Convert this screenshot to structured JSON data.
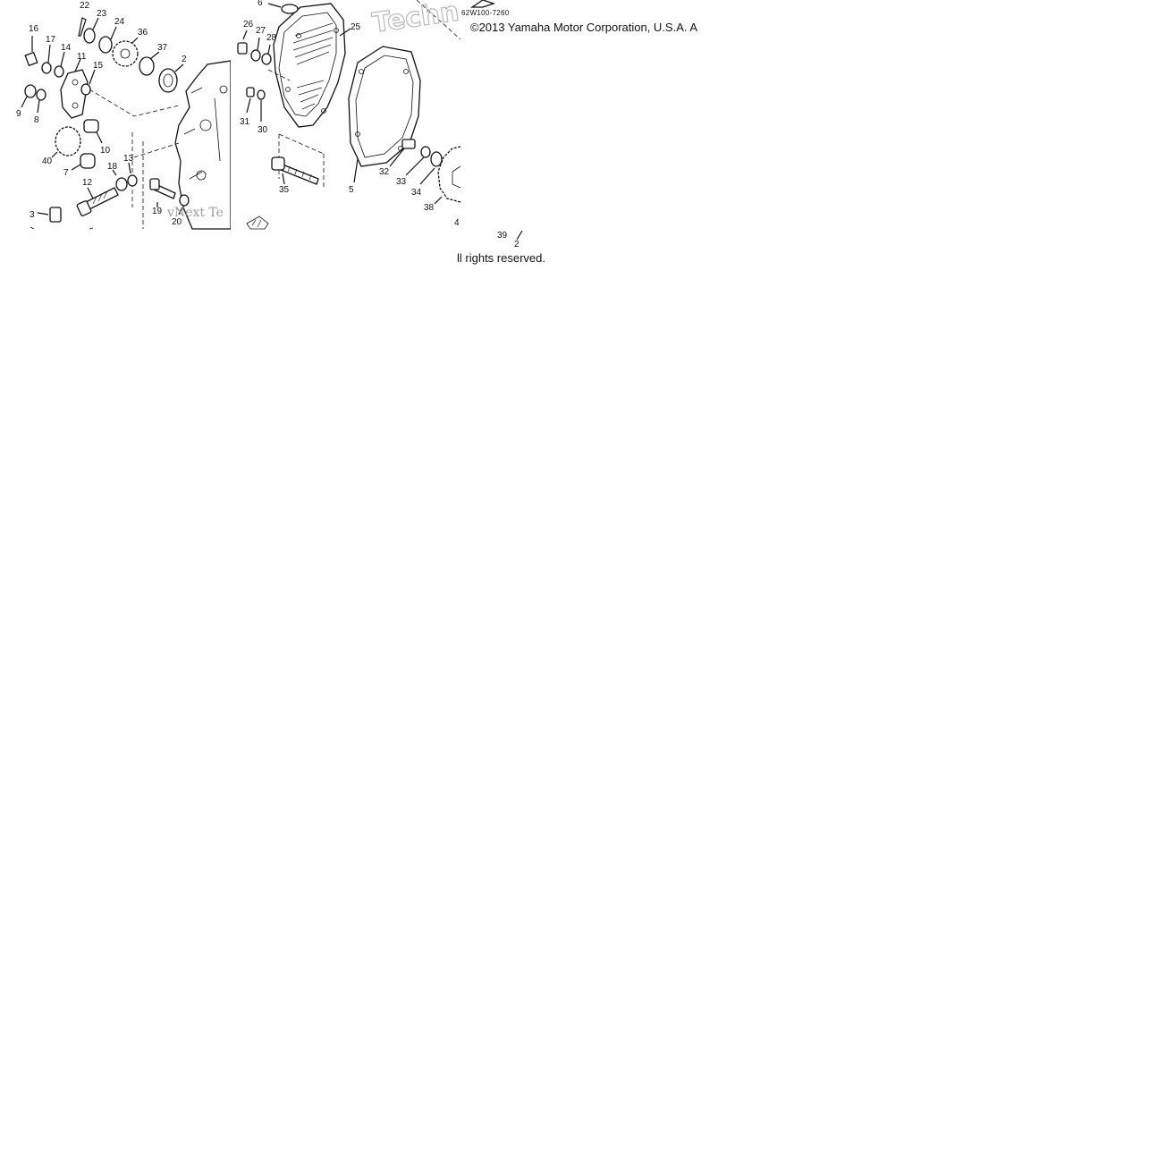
{
  "header": {
    "copyright": "©2013 Yamaha Motor Corporation, U.S.A. A",
    "part_code": "62W100-7260",
    "rights": "ll rights reserved."
  },
  "watermark": {
    "brand_top": "Techn",
    "brand_bottom": "vNext Te"
  },
  "callouts": [
    "22",
    "23",
    "24",
    "36",
    "37",
    "2",
    "16",
    "17",
    "14",
    "11",
    "15",
    "9",
    "8",
    "40",
    "10",
    "7",
    "13",
    "18",
    "12",
    "19",
    "20",
    "3",
    "6",
    "26",
    "27",
    "28",
    "25",
    "31",
    "30",
    "32",
    "33",
    "34",
    "5",
    "35",
    "38",
    "4",
    "39",
    "2"
  ]
}
